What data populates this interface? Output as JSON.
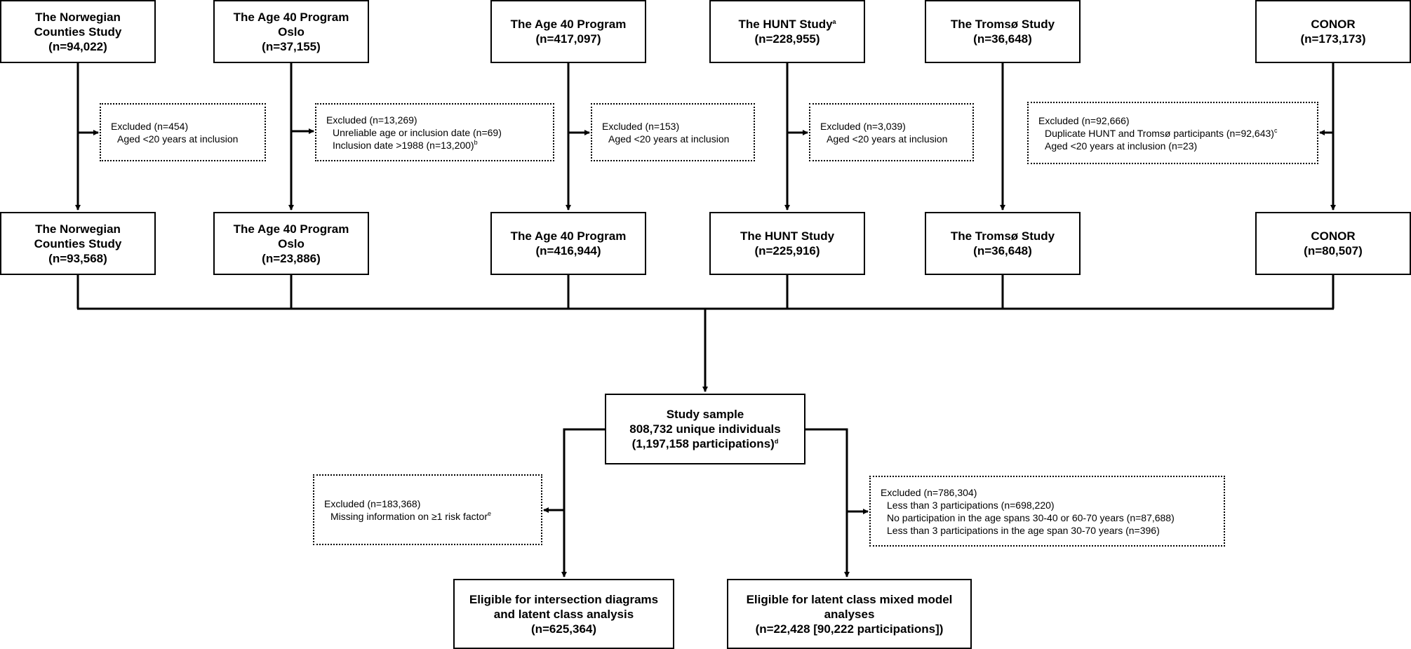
{
  "cohorts_initial": [
    {
      "lines": [
        "The Norwegian",
        "Counties Study",
        "(n=94,022)"
      ]
    },
    {
      "lines": [
        "The Age 40 Program",
        "Oslo",
        "(n=37,155)"
      ]
    },
    {
      "lines": [
        "The Age 40 Program",
        "(n=417,097)"
      ]
    },
    {
      "lines": [
        "The HUNT Study",
        "(n=228,955)"
      ],
      "sup": "a"
    },
    {
      "lines": [
        "The Tromsø Study",
        "(n=36,648)"
      ]
    },
    {
      "lines": [
        "CONOR",
        "(n=173,173)"
      ]
    }
  ],
  "exclusions": [
    {
      "title": "Excluded (n=454)",
      "items": [
        "Aged <20 years at inclusion"
      ]
    },
    {
      "title": "Excluded (n=13,269)",
      "items": [
        "Unreliable age or inclusion date (n=69)",
        "Inclusion date >1988 (n=13,200)"
      ],
      "item_sup": [
        "",
        "b"
      ]
    },
    {
      "title": "Excluded (n=153)",
      "items": [
        "Aged <20 years at inclusion"
      ]
    },
    {
      "title": "Excluded (n=3,039)",
      "items": [
        "Aged <20 years at inclusion"
      ]
    },
    {
      "title": "Excluded (n=92,666)",
      "items": [
        "Duplicate HUNT and Tromsø participants (n=92,643)",
        "Aged <20 years at inclusion (n=23)"
      ],
      "item_sup": [
        "c",
        ""
      ]
    }
  ],
  "cohorts_final": [
    {
      "lines": [
        "The Norwegian",
        "Counties Study",
        "(n=93,568)"
      ]
    },
    {
      "lines": [
        "The Age 40 Program",
        "Oslo",
        "(n=23,886)"
      ]
    },
    {
      "lines": [
        "The Age 40 Program",
        "(n=416,944)"
      ]
    },
    {
      "lines": [
        "The HUNT Study",
        "(n=225,916)"
      ]
    },
    {
      "lines": [
        "The Tromsø Study",
        "(n=36,648)"
      ]
    },
    {
      "lines": [
        "CONOR",
        "(n=80,507)"
      ]
    }
  ],
  "study_sample": {
    "lines": [
      "Study sample",
      "808,732 unique individuals",
      "(1,197,158 participations)"
    ],
    "sup": "d"
  },
  "exclusion_left": {
    "title": "Excluded (n=183,368)",
    "items": [
      "Missing information on ≥1 risk factor"
    ],
    "item_sup": [
      "e"
    ]
  },
  "exclusion_right": {
    "title": "Excluded (n=786,304)",
    "items": [
      "Less than 3 participations (n=698,220)",
      "No participation in the age spans 30-40 or 60-70 years (n=87,688)",
      "Less than 3 participations in the age span 30-70 years (n=396)"
    ]
  },
  "eligible_left": {
    "lines": [
      "Eligible for intersection diagrams",
      "and latent class analysis",
      "(n=625,364)"
    ]
  },
  "eligible_right": {
    "lines": [
      "Eligible for latent class mixed model",
      "analyses",
      "(n=22,428 [90,222 participations])"
    ]
  }
}
